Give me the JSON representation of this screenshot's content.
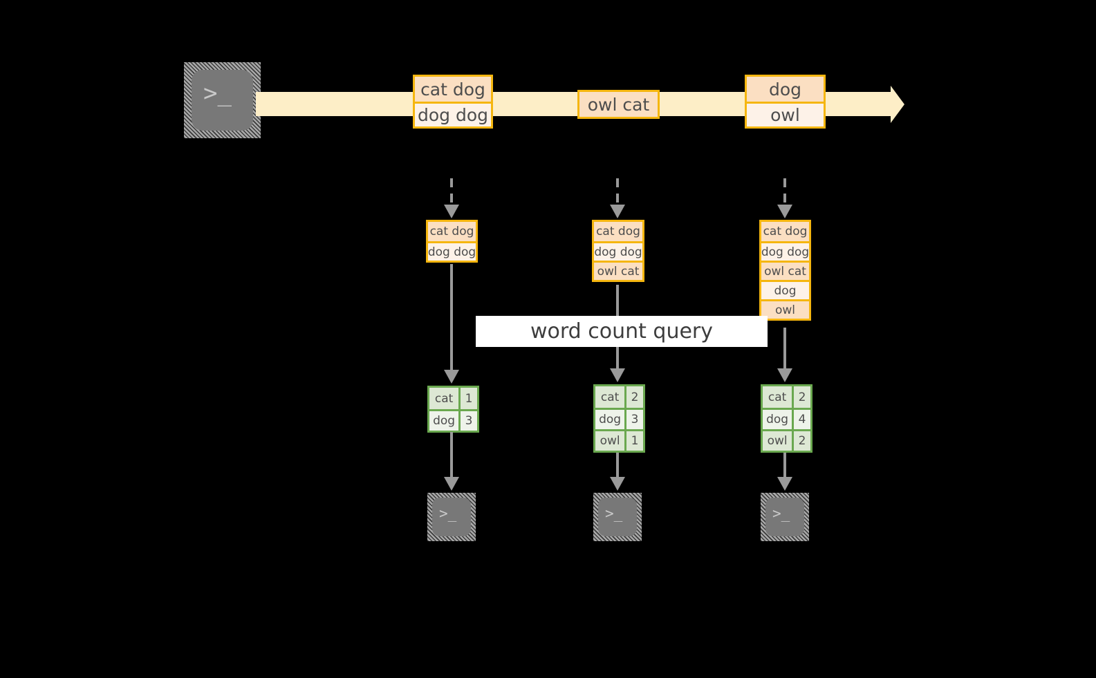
{
  "diagram": {
    "title": "word count query",
    "colors": {
      "background": "#000000",
      "stream_arrow": "#fdeec7",
      "record_border": "#f5b60f",
      "record_fill_dark": "#fbdfc2",
      "record_fill_light": "#fdf2e8",
      "table_border": "#6aa84f",
      "table_fill_dark": "#dde8d4",
      "table_fill_light": "#eef3ea",
      "connector": "#9a9a9a",
      "terminal_body": "#787878",
      "band": "#ffffff"
    },
    "producer": {
      "icon": "terminal-icon",
      "glyph": ">_"
    },
    "stream": {
      "icon": "right-arrow-icon",
      "messages": [
        {
          "rows": [
            {
              "text": "cat dog",
              "shade": "dark"
            },
            {
              "text": "dog dog",
              "shade": "light"
            }
          ]
        },
        {
          "rows": [
            {
              "text": "owl cat",
              "shade": "dark"
            }
          ]
        },
        {
          "rows": [
            {
              "text": "dog",
              "shade": "dark"
            },
            {
              "text": "owl",
              "shade": "light"
            }
          ]
        }
      ]
    },
    "snapshots": [
      {
        "ingest_arrow": "dashed-down-arrow-icon",
        "input_rows": [
          {
            "text": "cat dog",
            "shade": "dark"
          },
          {
            "text": "dog dog",
            "shade": "light"
          }
        ],
        "result_rows": [
          {
            "key": "cat",
            "value": "1",
            "shade": "dark"
          },
          {
            "key": "dog",
            "value": "3",
            "shade": "light"
          }
        ],
        "consumer_glyph": ">_"
      },
      {
        "ingest_arrow": "dashed-down-arrow-icon",
        "input_rows": [
          {
            "text": "cat dog",
            "shade": "dark"
          },
          {
            "text": "dog dog",
            "shade": "light"
          },
          {
            "text": "owl cat",
            "shade": "dark"
          }
        ],
        "result_rows": [
          {
            "key": "cat",
            "value": "2",
            "shade": "dark"
          },
          {
            "key": "dog",
            "value": "3",
            "shade": "light"
          },
          {
            "key": "owl",
            "value": "1",
            "shade": "dark"
          }
        ],
        "consumer_glyph": ">_"
      },
      {
        "ingest_arrow": "dashed-down-arrow-icon",
        "input_rows": [
          {
            "text": "cat dog",
            "shade": "dark"
          },
          {
            "text": "dog dog",
            "shade": "light"
          },
          {
            "text": "owl cat",
            "shade": "dark"
          },
          {
            "text": "dog",
            "shade": "light"
          },
          {
            "text": "owl",
            "shade": "dark"
          }
        ],
        "result_rows": [
          {
            "key": "cat",
            "value": "2",
            "shade": "dark"
          },
          {
            "key": "dog",
            "value": "4",
            "shade": "light"
          },
          {
            "key": "owl",
            "value": "2",
            "shade": "dark"
          }
        ],
        "consumer_glyph": ">_"
      }
    ]
  }
}
